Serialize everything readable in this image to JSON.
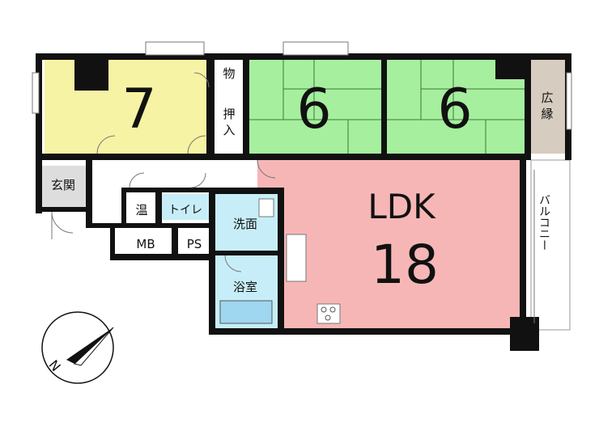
{
  "floorplan": {
    "rooms": [
      {
        "id": "western7",
        "label": "7",
        "color": "#f7f3a4"
      },
      {
        "id": "japanese6a",
        "label": "6",
        "color": "#a6ef9f"
      },
      {
        "id": "japanese6b",
        "label": "6",
        "color": "#a6ef9f"
      },
      {
        "id": "ldk",
        "label": "LDK",
        "size": "18",
        "color": "#f7b6b6"
      },
      {
        "id": "washroom",
        "label": "洗面",
        "color": "#c7eef8"
      },
      {
        "id": "bathroom",
        "label": "浴室",
        "color": "#c7eef8"
      },
      {
        "id": "toilet",
        "label": "トイレ",
        "color": "#c7eef8"
      },
      {
        "id": "wide_veranda",
        "label": "広縁",
        "color": "#d6ccbf"
      }
    ],
    "labels": {
      "storage": "物",
      "closet": "押入",
      "entrance": "玄関",
      "water_heater": "温",
      "meter_box": "MB",
      "pipe_space": "PS",
      "balcony": "バルコニー"
    },
    "compass": {
      "letter": "N"
    },
    "colors": {
      "wall": "#111111",
      "tatami_line": "#3d7a36",
      "floor_line": "#777777"
    }
  }
}
